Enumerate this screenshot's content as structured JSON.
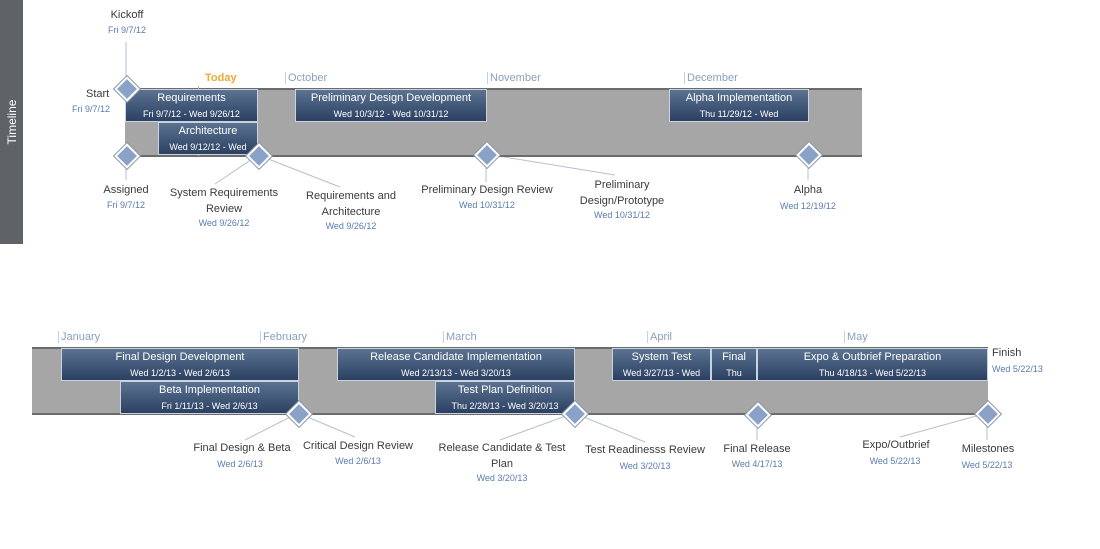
{
  "sidebar": {
    "label": "Timeline"
  },
  "today": "Today",
  "rows": [
    {
      "months": [
        "October",
        "November",
        "December"
      ]
    },
    {
      "months": [
        "January",
        "February",
        "March",
        "April",
        "May"
      ]
    }
  ],
  "tasks": [
    {
      "name": "Requirements",
      "dates": "Fri 9/7/12 - Wed 9/26/12"
    },
    {
      "name": "Architecture",
      "dates": "Wed 9/12/12 - Wed"
    },
    {
      "name": "Preliminary Design Development",
      "dates": "Wed 10/3/12 - Wed 10/31/12"
    },
    {
      "name": "Alpha Implementation",
      "dates": "Thu 11/29/12 - Wed"
    },
    {
      "name": "Final Design Development",
      "dates": "Wed 1/2/13 - Wed 2/6/13"
    },
    {
      "name": "Beta Implementation",
      "dates": "Fri 1/11/13 - Wed 2/6/13"
    },
    {
      "name": "Release Candidate Implementation",
      "dates": "Wed 2/13/13 - Wed 3/20/13"
    },
    {
      "name": "Test Plan Definition",
      "dates": "Thu 2/28/13 - Wed 3/20/13"
    },
    {
      "name": "System Test",
      "dates": "Wed 3/27/13 - Wed"
    },
    {
      "name": "Final",
      "dates": "Thu"
    },
    {
      "name": "Expo & Outbrief Preparation",
      "dates": "Thu 4/18/13 - Wed 5/22/13"
    }
  ],
  "milestones": [
    {
      "title": "Kickoff",
      "date": "Fri 9/7/12"
    },
    {
      "title": "Start",
      "date": "Fri 9/7/12"
    },
    {
      "title": "Assigned",
      "date": "Fri 9/7/12"
    },
    {
      "title": "System Requirements Review",
      "date": "Wed 9/26/12"
    },
    {
      "title": "Requirements and Architecture",
      "date": "Wed 9/26/12"
    },
    {
      "title": "Preliminary Design Review",
      "date": "Wed 10/31/12"
    },
    {
      "title": "Preliminary Design/Prototype",
      "date": "Wed 10/31/12"
    },
    {
      "title": "Alpha",
      "date": "Wed 12/19/12"
    },
    {
      "title": "Final Design & Beta",
      "date": "Wed 2/6/13"
    },
    {
      "title": "Critical Design Review",
      "date": "Wed 2/6/13"
    },
    {
      "title": "Release Candidate & Test Plan",
      "date": "Wed 3/20/13"
    },
    {
      "title": "Test Readinesss Review",
      "date": "Wed 3/20/13"
    },
    {
      "title": "Final Release",
      "date": "Wed 4/17/13"
    },
    {
      "title": "Expo/Outbrief",
      "date": "Wed 5/22/13"
    },
    {
      "title": "Milestones",
      "date": "Wed 5/22/13"
    }
  ],
  "finish": {
    "title": "Finish",
    "date": "Wed 5/22/13"
  }
}
